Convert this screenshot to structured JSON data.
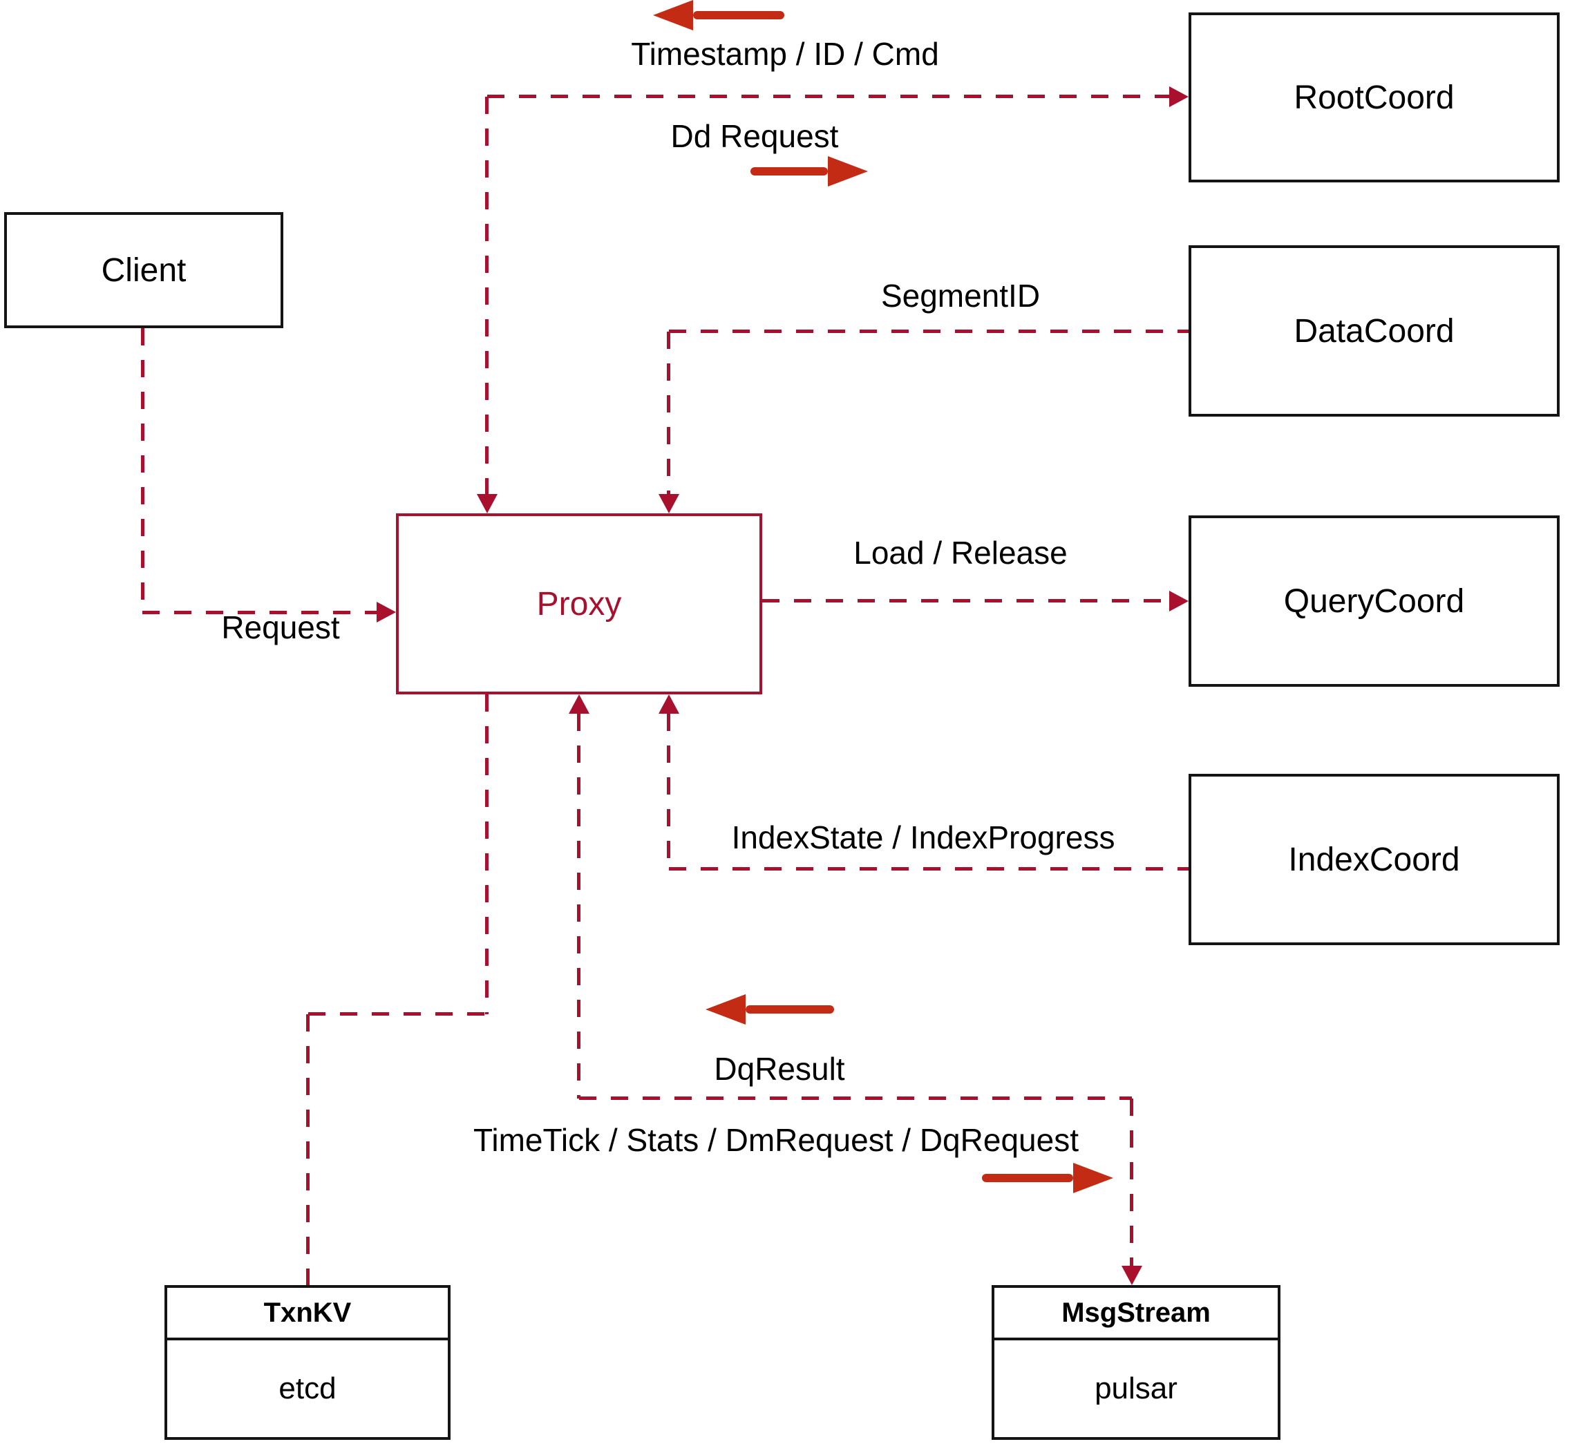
{
  "diagram": {
    "nodes": {
      "client": {
        "label": "Client"
      },
      "rootcoord": {
        "label": "RootCoord"
      },
      "datacoord": {
        "label": "DataCoord"
      },
      "querycoord": {
        "label": "QueryCoord"
      },
      "indexcoord": {
        "label": "IndexCoord"
      },
      "proxy": {
        "label": "Proxy"
      },
      "txnkv": {
        "title": "TxnKV",
        "body": "etcd"
      },
      "msgstream": {
        "title": "MsgStream",
        "body": "pulsar"
      }
    },
    "edge_labels": {
      "timestamp": "Timestamp / ID / Cmd",
      "dd_request": "Dd Request",
      "segment_id": "SegmentID",
      "request": "Request",
      "load_release": "Load / Release",
      "index_state": "IndexState / IndexProgress",
      "dq_result": "DqResult",
      "timetick": "TimeTick / Stats / DmRequest / DqRequest"
    },
    "colors": {
      "line_red": "#a9102e",
      "arrow_red": "#c42b14",
      "box_border": "#141414",
      "text": "#000000",
      "background": "#ffffff"
    }
  }
}
